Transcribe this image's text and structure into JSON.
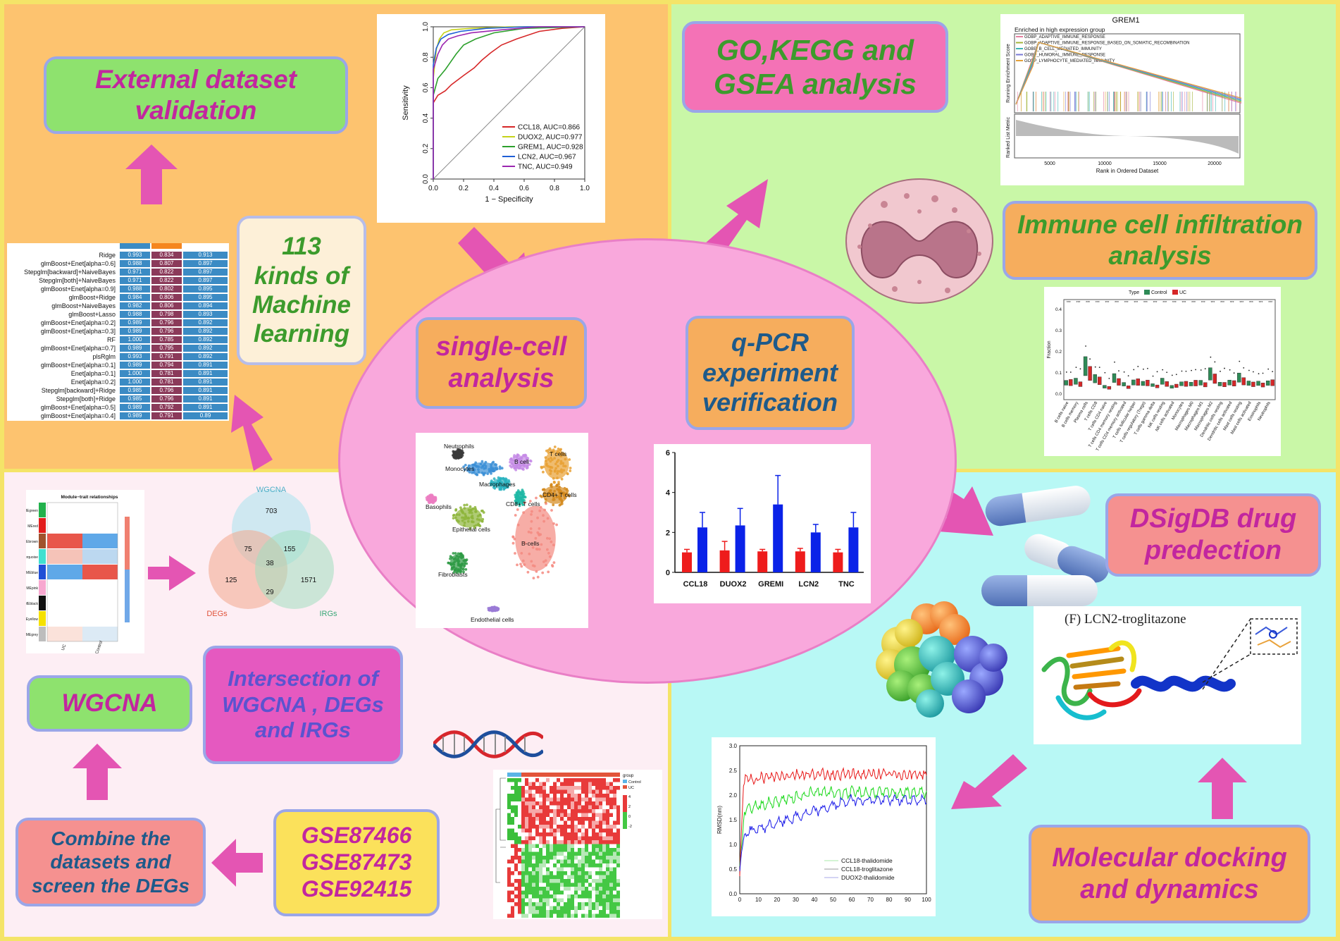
{
  "labels": {
    "external": "External dataset validation",
    "ml": "113 kinds of Machine learning",
    "go": "GO,KEGG and GSEA analysis",
    "immune": "Immune cell infiltration analysis",
    "single_cell": "single-cell analysis",
    "qpcr": "q-PCR experiment verification",
    "dsigdb": "DSigDB drug predection",
    "molecular": "Molecular docking and dynamics",
    "wgcna": "WGCNA",
    "intersection": "Intersection of WGCNA , DEGs and IRGs",
    "combine": "Combine the datasets and screen the DEGs",
    "gse": [
      "GSE87466",
      "GSE87473",
      "GSE92415"
    ]
  },
  "colors": {
    "q_tl": "#fdc36f",
    "q_tr": "#c9f7a7",
    "q_bl": "#fdeef4",
    "q_br": "#b8f8f5",
    "ellipse": "#f9a8dc",
    "arrow": "#e455b3",
    "pill_green": "#8ee26e",
    "pill_orange": "#f6ad5d",
    "pill_pink": "#f472b6",
    "pill_magenta": "#e559c0",
    "pill_salmon": "#f59190",
    "pill_cream": "#fdf0d8",
    "pill_yellow": "#fbe15b"
  },
  "roc": {
    "xlabel": "1 − Specificity",
    "ylabel": "Sensitivity",
    "ticks": [
      "0.0",
      "0.2",
      "0.4",
      "0.6",
      "0.8",
      "1.0"
    ],
    "legend": [
      {
        "name": "CCL18, AUC=0.866",
        "color": "#d62728"
      },
      {
        "name": "DUOX2, AUC=0.977",
        "color": "#c5d21a"
      },
      {
        "name": "GREM1, AUC=0.928",
        "color": "#2ca02c"
      },
      {
        "name": "LCN2, AUC=0.967",
        "color": "#1f5fd6"
      },
      {
        "name": "TNC, AUC=0.949",
        "color": "#9c27b0"
      }
    ]
  },
  "gsea": {
    "title": "GREM1",
    "subtitle": "Enriched in high expression group",
    "terms": [
      "GOBP_ADAPTIVE_IMMUNE_RESPONSE",
      "GOBP_ADAPTIVE_IMMUNE_RESPONSE_BASED_ON_SOMATIC_RECOMBINATION",
      "GOBP_B_CELL_MEDIATED_IMMUNITY",
      "GOBP_HUMORAL_IMMUNE_RESPONSE",
      "GOBP_LYMPHOCYTE_MEDIATED_IMMUNITY"
    ],
    "ylabel_top": "Running Enrichment Score",
    "ylabel_bottom": "Ranked List Metric",
    "xlabel": "Rank in Ordered Dataset",
    "xticks": [
      "5000",
      "10000",
      "15000",
      "20000"
    ]
  },
  "immune_plot": {
    "legend_title": "Type",
    "legend": [
      "Control",
      "UC"
    ],
    "ylabel": "Fraction",
    "yticks": [
      "0.0",
      "0.1",
      "0.2",
      "0.3",
      "0.4"
    ],
    "cells": [
      "B cells naive",
      "B cells memory",
      "Plasma cells",
      "T cells CD8",
      "T cells CD4 naive",
      "T cells CD4 memory resting",
      "T cells CD4 memory activated",
      "T cells follicular helper",
      "T cells regulatory (Tregs)",
      "T cells gamma delta",
      "NK cells resting",
      "NK cells activated",
      "Monocytes",
      "Macrophages M0",
      "Macrophages M1",
      "Macrophages M2",
      "Dendritic cells resting",
      "Dendritic cells activated",
      "Mast cells resting",
      "Mast cells activated",
      "Eosinophils",
      "Neutrophils"
    ]
  },
  "ml_table": {
    "rows": [
      [
        "Ridge",
        "0.993",
        "0.834",
        "0.913"
      ],
      [
        "glmBoost+Enet[alpha=0.6]",
        "0.988",
        "0.807",
        "0.897"
      ],
      [
        "Stepglm[backward]+NaiveBayes",
        "0.971",
        "0.822",
        "0.897"
      ],
      [
        "Stepglm[both]+NaiveBayes",
        "0.971",
        "0.822",
        "0.897"
      ],
      [
        "glmBoost+Enet[alpha=0.9]",
        "0.988",
        "0.802",
        "0.895"
      ],
      [
        "glmBoost+Ridge",
        "0.984",
        "0.806",
        "0.895"
      ],
      [
        "glmBoost+NaiveBayes",
        "0.982",
        "0.806",
        "0.894"
      ],
      [
        "glmBoost+Lasso",
        "0.988",
        "0.798",
        "0.893"
      ],
      [
        "glmBoost+Enet[alpha=0.2]",
        "0.989",
        "0.796",
        "0.892"
      ],
      [
        "glmBoost+Enet[alpha=0.3]",
        "0.989",
        "0.796",
        "0.892"
      ],
      [
        "RF",
        "1.000",
        "0.785",
        "0.892"
      ],
      [
        "glmBoost+Enet[alpha=0.7]",
        "0.989",
        "0.795",
        "0.892"
      ],
      [
        "plsRglm",
        "0.993",
        "0.791",
        "0.892"
      ],
      [
        "glmBoost+Enet[alpha=0.1]",
        "0.989",
        "0.794",
        "0.891"
      ],
      [
        "Enet[alpha=0.1]",
        "1.000",
        "0.781",
        "0.891"
      ],
      [
        "Enet[alpha=0.2]",
        "1.000",
        "0.781",
        "0.891"
      ],
      [
        "Stepglm[backward]+Ridge",
        "0.985",
        "0.796",
        "0.891"
      ],
      [
        "Stepglm[both]+Ridge",
        "0.985",
        "0.796",
        "0.891"
      ],
      [
        "glmBoost+Enet[alpha=0.5]",
        "0.989",
        "0.792",
        "0.891"
      ],
      [
        "glmBoost+Enet[alpha=0.4]",
        "0.989",
        "0.791",
        "0.89"
      ]
    ]
  },
  "umap": {
    "labels": [
      "Neutrophils",
      "Monocytes",
      "B cell",
      "T cells",
      "Macrophages",
      "CD4+ T cells",
      "Basophils",
      "CD8+ T cells",
      "Epithelial cells",
      "B-cells",
      "Fibroblasts",
      "Endothelial cells"
    ]
  },
  "qpcr_chart": {
    "categories": [
      "CCL18",
      "DUOX2",
      "GREMI",
      "LCN2",
      "TNC"
    ],
    "yticks": [
      "0",
      "2",
      "4",
      "6"
    ]
  },
  "wgcna_heatmap": {
    "title": "Module−trait relationships",
    "modules": [
      "MEgreen",
      "MEred",
      "MEbrown",
      "MEturquoise",
      "MEblue",
      "MEpink",
      "MEblack",
      "MEyellow",
      "MEgrey"
    ],
    "columns": [
      "UC",
      "Control"
    ]
  },
  "venn": {
    "sets": [
      "WGCNA",
      "DEGs",
      "IRGs"
    ],
    "counts": [
      "703",
      "75",
      "155",
      "38",
      "125",
      "29",
      "1571"
    ]
  },
  "heatmap_legend": {
    "title": "group",
    "items": [
      "Control",
      "UC"
    ],
    "scale": [
      "4",
      "2",
      "0",
      "-2"
    ]
  },
  "docking": {
    "title": "(F) LCN2-troglitazone"
  },
  "rmsd": {
    "ylabel": "RMSD(nm)",
    "yticks": [
      "0.0",
      "0.5",
      "1.0",
      "1.5",
      "2.0",
      "2.5",
      "3.0"
    ],
    "xticks": [
      "0",
      "10",
      "20",
      "30",
      "40",
      "50",
      "60",
      "70",
      "80",
      "90",
      "100"
    ],
    "legend": [
      "CCL18-thalidomide",
      "CCL18-troglitazone",
      "DUOX2-thalidomide"
    ]
  }
}
